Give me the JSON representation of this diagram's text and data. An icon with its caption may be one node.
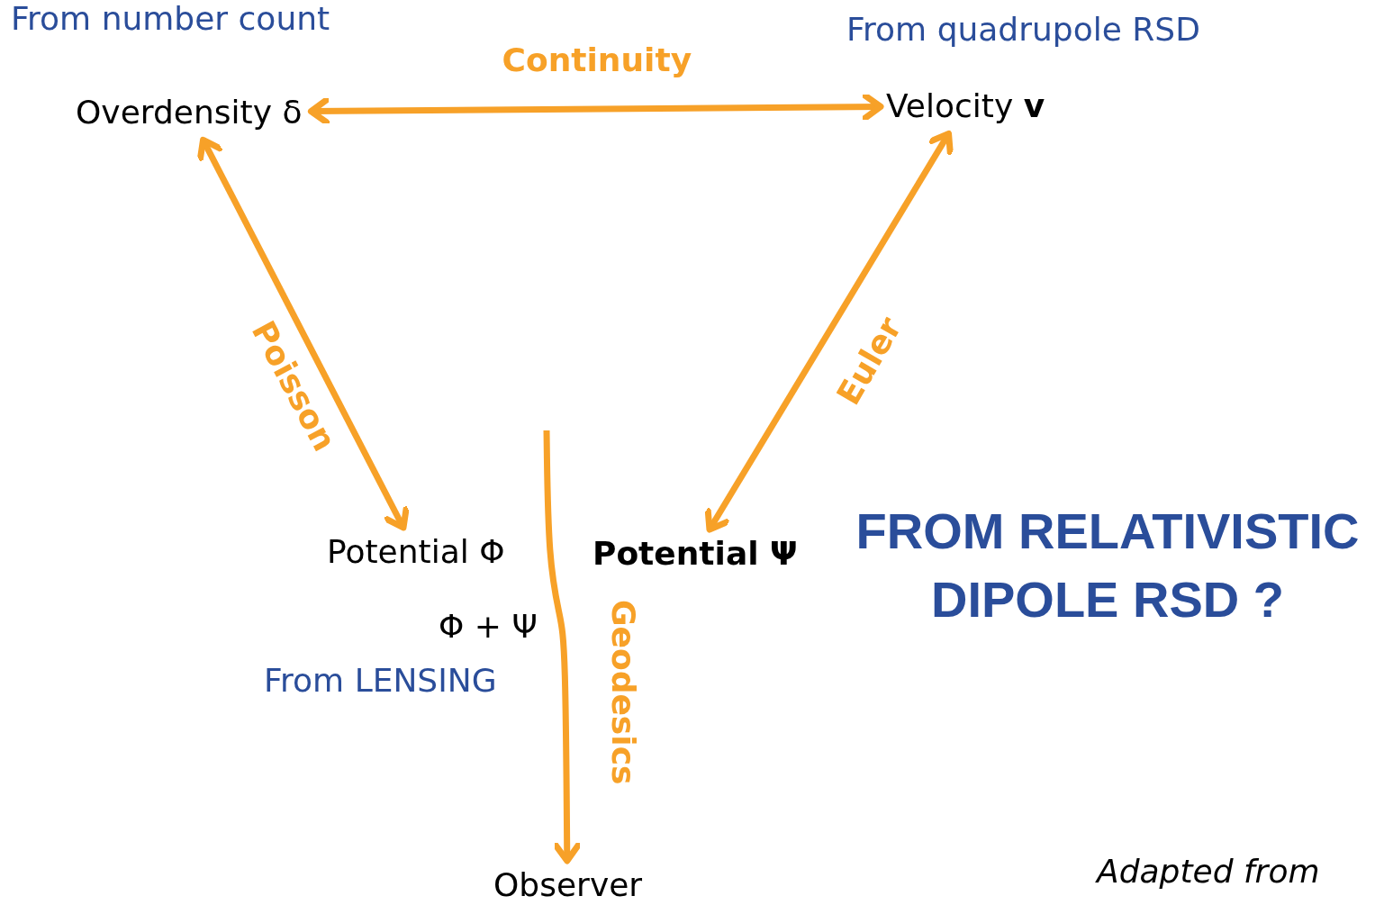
{
  "diagram": {
    "nodes": [
      {
        "text": [
          "Overdensity δ"
        ]
      },
      {
        "text": [
          "Velocity **v**"
        ]
      },
      {
        "text": [
          "Potential Φ"
        ]
      },
      {
        "text": [
          "Potential Ψ"
        ]
      },
      {
        "text": [
          "Φ + Ψ"
        ]
      },
      {
        "text": [
          "Observer"
        ]
      }
    ],
    "edges": [
      {
        "from": 0,
        "to": 1,
        "arrow": "both",
        "label": "Continuity"
      },
      {
        "from": 0,
        "to": 2,
        "arrow": "both",
        "label": "Poisson"
      },
      {
        "from": 1,
        "to": 3,
        "arrow": "both",
        "label": "Euler"
      },
      {
        "from": null,
        "to": 5,
        "arrow": "to",
        "label": "Geodesics"
      }
    ],
    "labels": [
      "From number count",
      "From quadrupole RSD",
      "From LENSING",
      "FROM RELATIVISTIC DIPOLE RSD ?",
      "Adapted from"
    ]
  }
}
